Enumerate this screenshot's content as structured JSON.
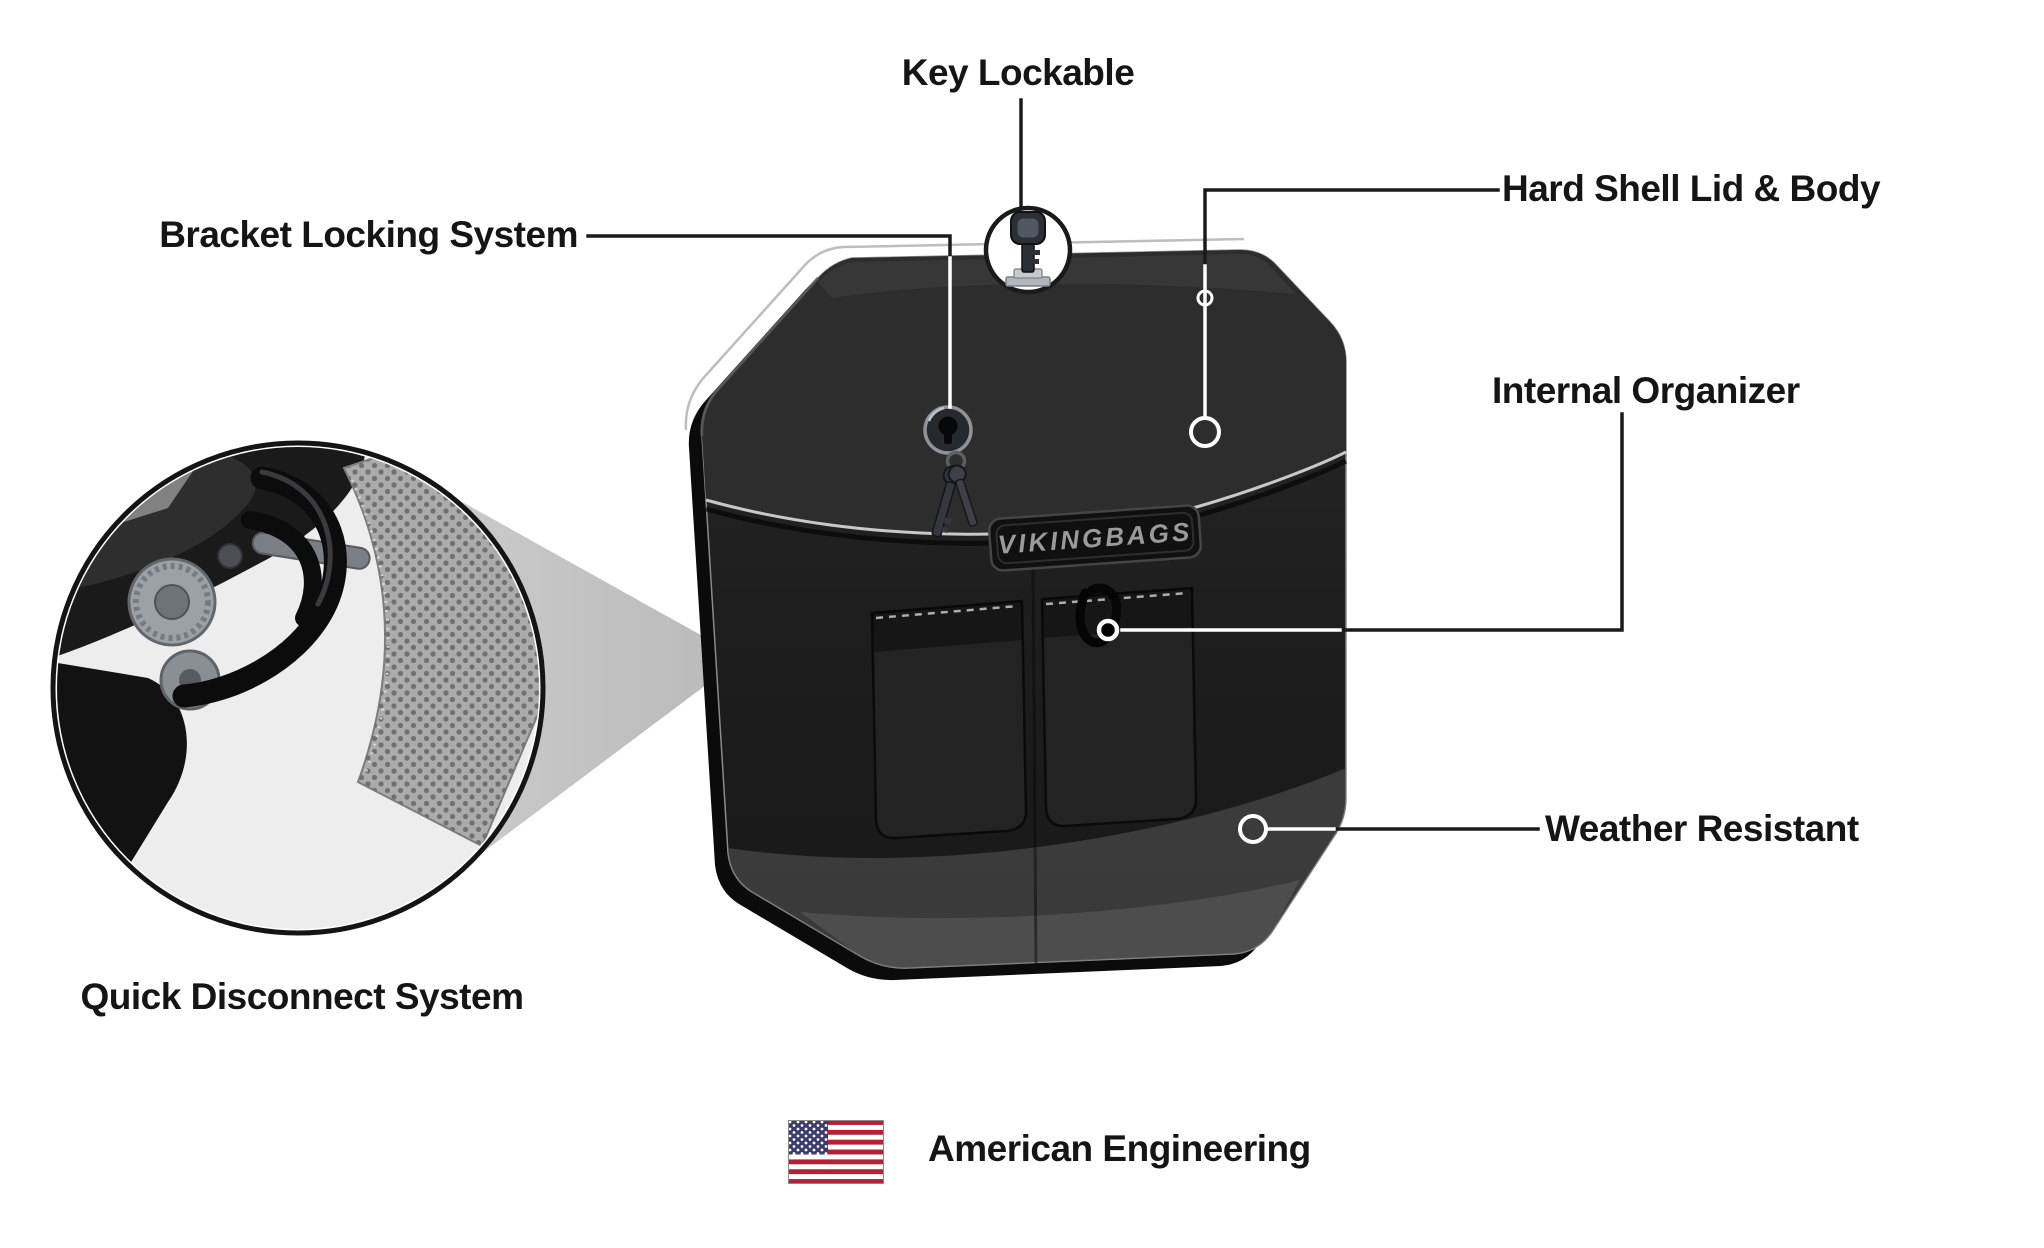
{
  "product": {
    "brand_logo": "VIKINGBAGS"
  },
  "callouts": {
    "key_lockable": {
      "label": "Key Lockable",
      "icon": "key-icon"
    },
    "hard_shell": {
      "label": "Hard Shell Lid & Body",
      "icon": "ring-marker-icon"
    },
    "bracket_locking": {
      "label": "Bracket Locking System",
      "icon": "keyhole-icon"
    },
    "internal_organizer": {
      "label": "Internal Organizer",
      "icon": "dot-marker-icon"
    },
    "weather_resistant": {
      "label": "Weather Resistant",
      "icon": "ring-marker-icon"
    },
    "quick_disconnect": {
      "label": "Quick Disconnect System",
      "icon": "inset-detail-circle"
    }
  },
  "footer": {
    "label": "American Engineering",
    "icon": "us-flag-icon"
  },
  "colors": {
    "background": "#ffffff",
    "label_text": "#151515",
    "bag_body": "#1d1d1d",
    "bag_lid": "#2d2d2d",
    "cone_gray": "#c4c4c4",
    "flag_red": "#b22234",
    "flag_blue": "#3c3b6e"
  }
}
